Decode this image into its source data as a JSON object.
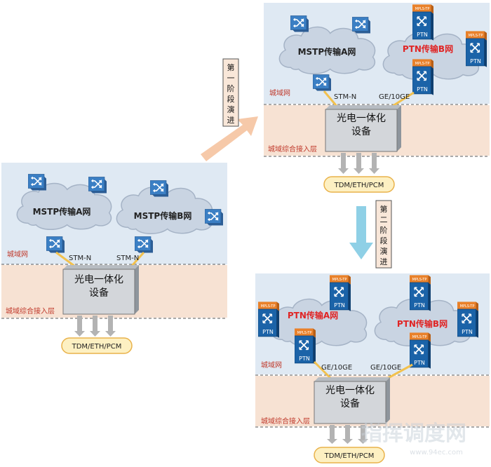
{
  "colors": {
    "metro_bg": "#dfe9f3",
    "access_bg": "#f7e2d3",
    "red_label": "#c0392b",
    "cloud_fill": "#c9d4e2",
    "arrow_peach": "#f6c9a9",
    "arrow_blue": "#8fd0e6",
    "connector": "#f2c14e",
    "ptn_blue": "#1b63a8",
    "mpls_orange": "#e9812a"
  },
  "stage1": {
    "mstp_a": "MSTP传输A网",
    "mstp_b": "MSTP传输B网",
    "link_a": "STM-N",
    "link_b": "STM-N",
    "metro_label": "城域网",
    "device_line1": "光电一体化",
    "device_line2": "设备",
    "access_label": "城域综合接入层",
    "output": "TDM/ETH/PCM"
  },
  "stage2": {
    "mstp_a": "MSTP传输A网",
    "ptn_b": "PTN传输B网",
    "link_a": "STM-N",
    "link_b": "GE/10GE",
    "metro_label": "城域网",
    "device_line1": "光电一体化",
    "device_line2": "设备",
    "access_label": "城域综合接入层",
    "output": "TDM/ETH/PCM"
  },
  "stage3": {
    "ptn_a": "PTN传输A网",
    "ptn_b": "PTN传输B网",
    "link_a": "GE/10GE",
    "link_b": "GE/10GE",
    "metro_label": "城域网",
    "device_line1": "光电一体化",
    "device_line2": "设备",
    "access_label": "城域综合接入层",
    "output": "TDM/ETH/PCM"
  },
  "evolution": {
    "first": [
      "第",
      "一",
      "阶",
      "段",
      "演",
      "进"
    ],
    "second": [
      "第",
      "二",
      "阶",
      "段",
      "演",
      "进"
    ]
  },
  "ptn_node": {
    "tag": "MPLS-TP",
    "name": "PTN"
  },
  "watermark": {
    "main": "指挥调度网",
    "url": "www.94ec.com"
  }
}
